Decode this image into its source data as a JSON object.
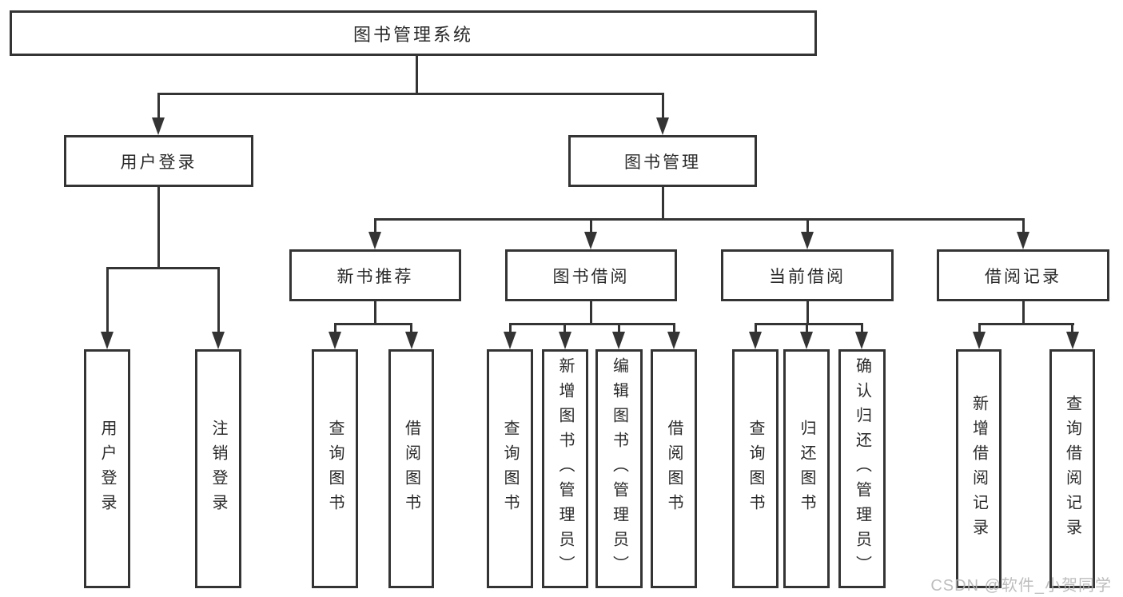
{
  "tree": {
    "root": "图书管理系统",
    "branches": [
      {
        "label": "用户登录",
        "children": [
          "用户登录",
          "注销登录"
        ]
      },
      {
        "label": "图书管理",
        "children": [
          {
            "label": "新书推荐",
            "children": [
              "查询图书",
              "借阅图书"
            ]
          },
          {
            "label": "图书借阅",
            "children": [
              "查询图书",
              "新增图书（管理员）",
              "编辑图书（管理员）",
              "借阅图书"
            ]
          },
          {
            "label": "当前借阅",
            "children": [
              "查询图书",
              "归还图书",
              "确认归还（管理员）"
            ]
          },
          {
            "label": "借阅记录",
            "children": [
              "新增借阅记录",
              "查询借阅记录"
            ]
          }
        ]
      }
    ]
  },
  "watermark": "CSDN @软件_小贺同学",
  "colors": {
    "line": "#343434",
    "text": "#2a2a2a",
    "watermark": "#b5b5b5",
    "background": "#ffffff"
  }
}
